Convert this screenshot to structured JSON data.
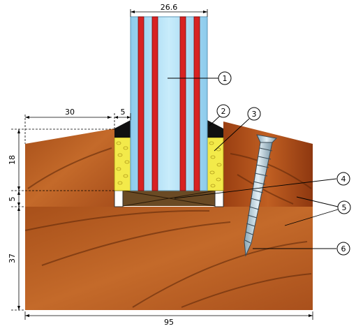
{
  "dimensions": {
    "glass_width": "26.6",
    "left_frame": "30",
    "gap": "5",
    "height_top": "18",
    "height_mid": "5",
    "height_bottom": "37",
    "total_width": "95"
  },
  "callouts": [
    "1",
    "2",
    "3",
    "4",
    "5",
    "6"
  ],
  "colors": {
    "wood": "#b85a1e",
    "wood_dark": "#8e3e10",
    "glass": "#a9ddf4",
    "glass_stripe": "#d82222",
    "seal_black": "#111111",
    "foam_yellow": "#f3ea4a",
    "setting_block": "#6a4a24",
    "screw": "#b4ccd8"
  }
}
